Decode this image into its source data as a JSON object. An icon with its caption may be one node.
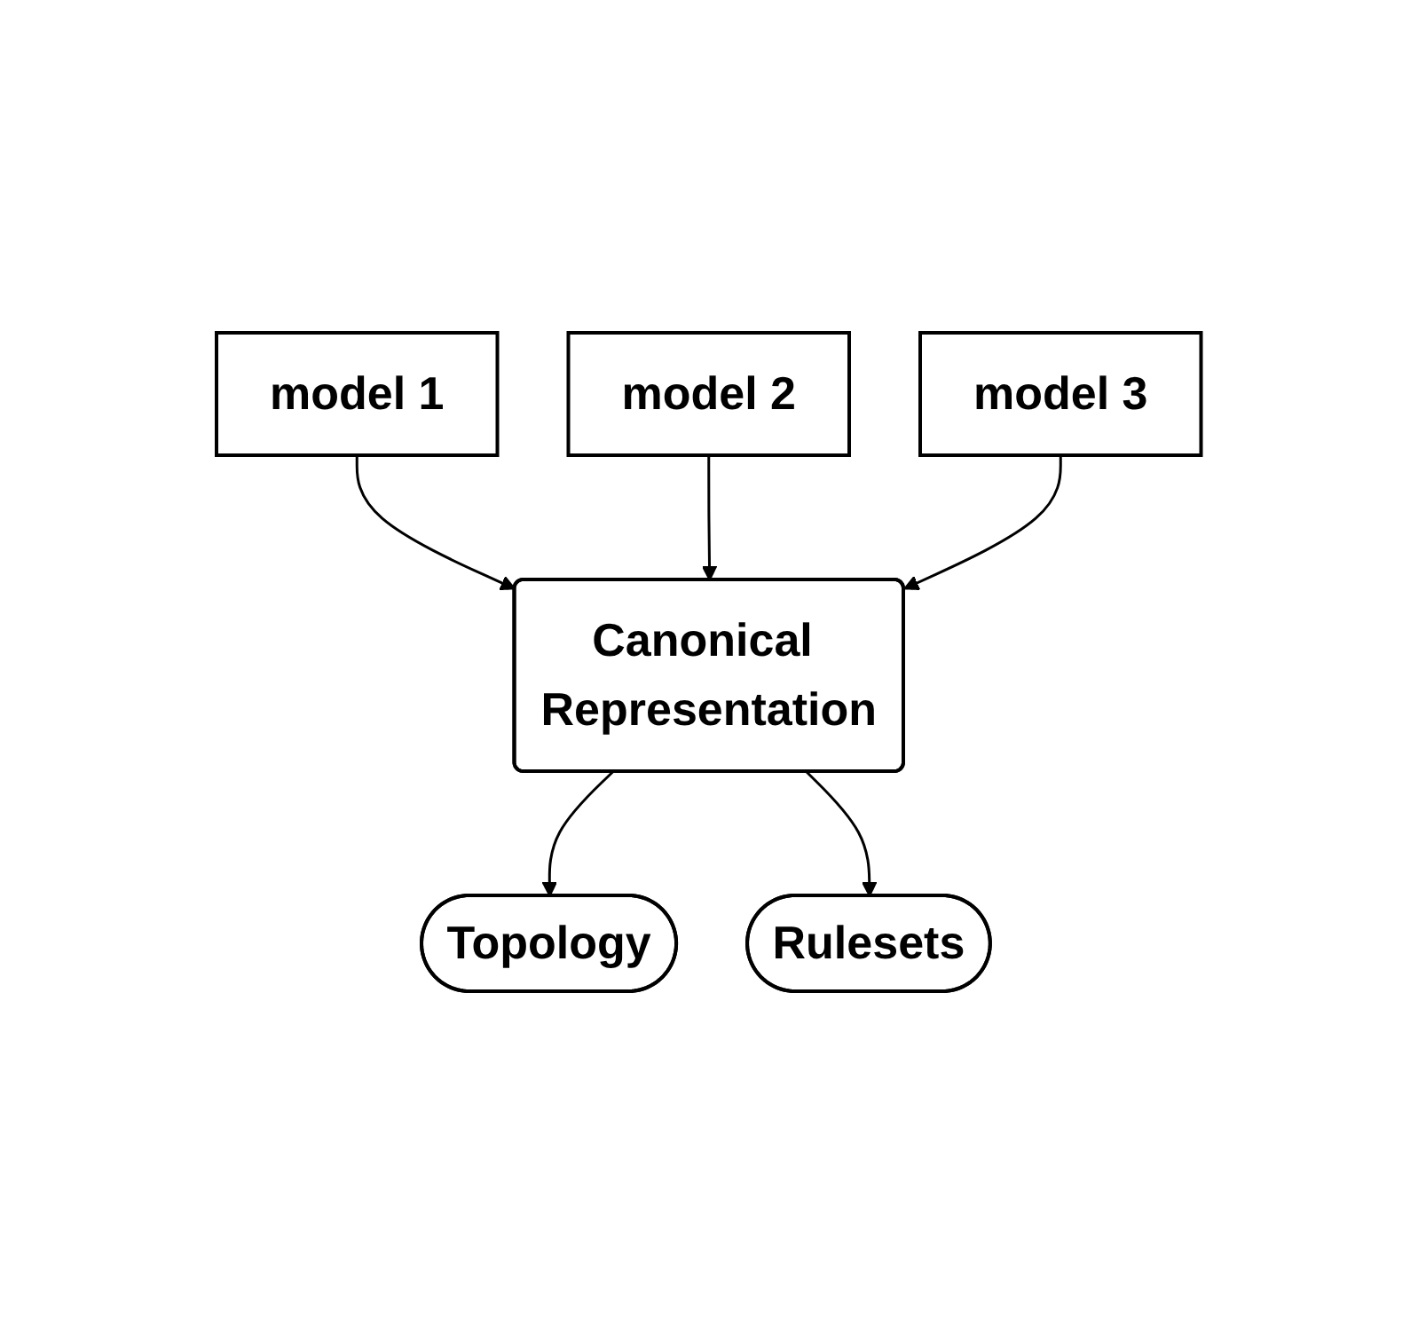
{
  "diagram": {
    "nodes": [
      {
        "text": [
          "model 1"
        ]
      },
      {
        "text": [
          "model 2"
        ]
      },
      {
        "text": [
          "model 3"
        ]
      },
      {
        "text": [
          "Canonical Representation"
        ]
      },
      {
        "text": [
          "Topology"
        ]
      },
      {
        "text": [
          "Rulesets"
        ]
      }
    ],
    "edges": [
      {
        "from": 0,
        "to": 3,
        "arrow": "to"
      },
      {
        "from": 1,
        "to": 3,
        "arrow": "to"
      },
      {
        "from": 2,
        "to": 3,
        "arrow": "to"
      },
      {
        "from": 3,
        "to": 4,
        "arrow": "to"
      },
      {
        "from": 3,
        "to": 5,
        "arrow": "to"
      }
    ]
  }
}
